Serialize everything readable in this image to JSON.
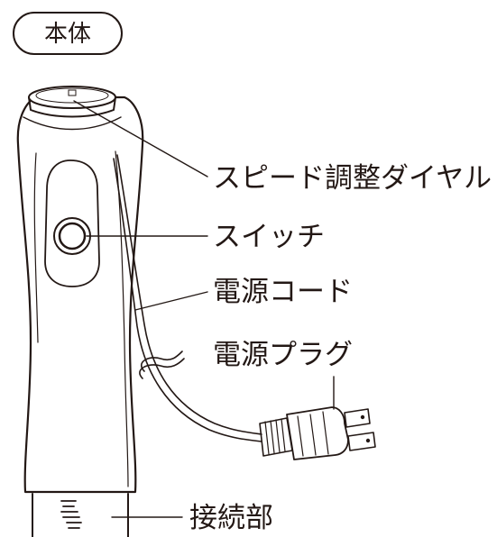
{
  "title": "本体",
  "labels": {
    "speed_dial": "スピード調整ダイヤル",
    "switch": "スイッチ",
    "power_cord": "電源コード",
    "power_plug": "電源プラグ",
    "connector": "接続部"
  }
}
